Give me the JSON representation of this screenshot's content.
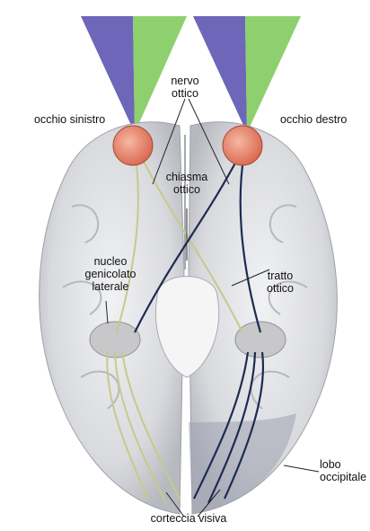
{
  "labels": {
    "left_eye": "occhio sinistro",
    "right_eye": "occhio destro",
    "optic_nerve": [
      "nervo",
      "ottico"
    ],
    "chiasm": [
      "chiasma",
      "ottico"
    ],
    "lgn": [
      "nucleo",
      "genicolato",
      "laterale"
    ],
    "optic_tract": [
      "tratto",
      "ottico"
    ],
    "occipital_lobe": [
      "lobo",
      "occipitale"
    ],
    "visual_cortex": "corteccia visiva"
  },
  "colors": {
    "field_left": "#6e66b8",
    "field_right": "#8fd06e",
    "pathway_left_eye": "#c8c98a",
    "pathway_right_eye": "#1e2b52",
    "brain": "#d9dadd",
    "eye": "#e88a72"
  }
}
